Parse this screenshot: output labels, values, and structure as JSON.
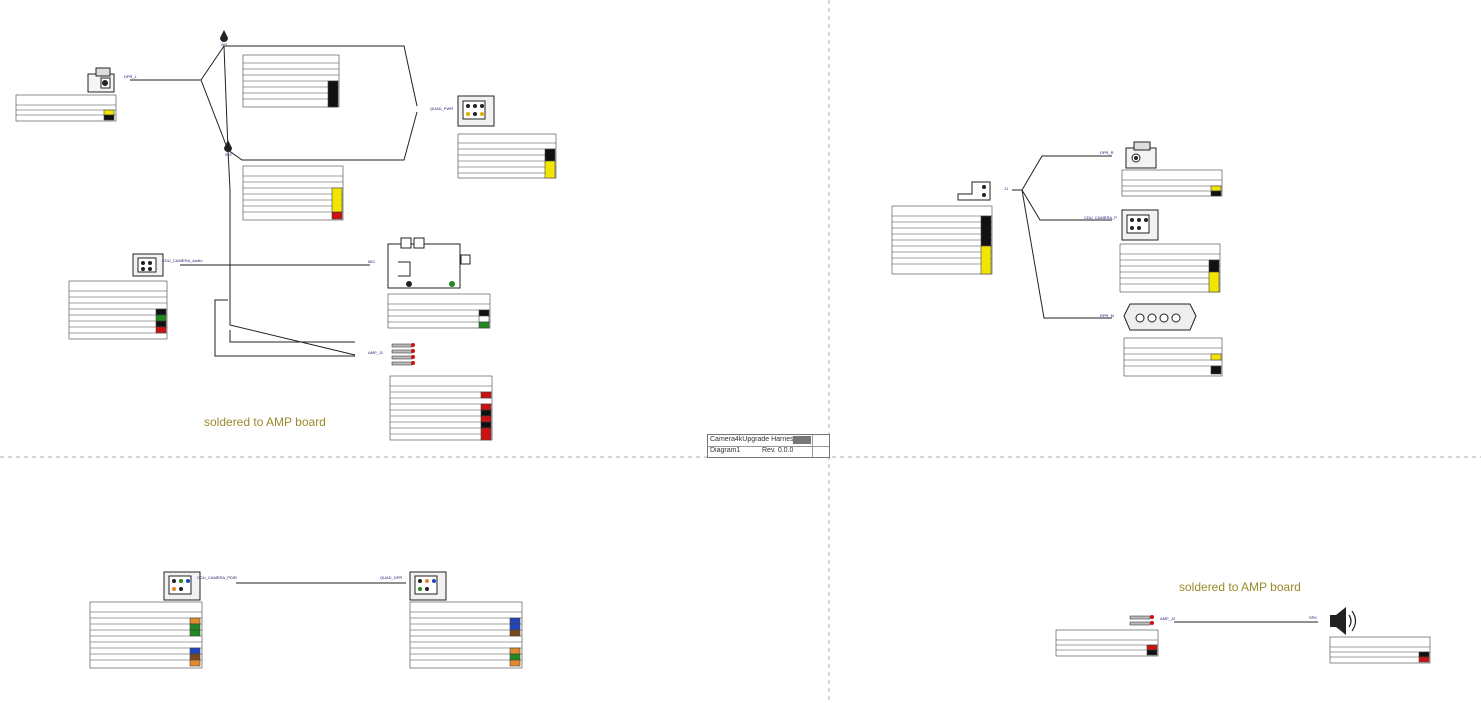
{
  "notes": {
    "soldered_left": "soldered to AMP board",
    "soldered_right": "soldered to AMP board"
  },
  "title_block": {
    "title": "Camera4kUpgrade Harness",
    "diagram": "Diagram1",
    "revision": "Rev. 0.0.0"
  },
  "colors": {
    "wire": "#222222",
    "dashed_frame": "#b0b0b0",
    "note_text": "#9a8a2a",
    "label_text": "#1a1a6e",
    "wire_black": "#111111",
    "wire_yellow": "#f2e600",
    "wire_red": "#cc1111",
    "wire_green": "#1f8a1f",
    "wire_white": "#ffffff",
    "wire_blue": "#2244bb",
    "wire_orange": "#e08a2a",
    "wire_brown": "#7a4a1a"
  },
  "connectors": {
    "dpr_l": "DPR_L",
    "dpr_r": "DPR_R",
    "quad_pwr": "QUAD_PWR",
    "cdu_camera_audio": "CDU_CAMERA_Audio",
    "mic": "MIC",
    "amp_j1": "AMP_J1",
    "cdu_camera_p": "CDU_CAMERA_P",
    "rpr_m": "RPR_M",
    "cdu_camera_pdr": "CDU_CAMERA_PDIR",
    "quad_dpr": "QUAD_DPR",
    "amp_j2": "AMP_J2",
    "spk": "SPK",
    "splice_1": "SP1",
    "splice_2": "SP2",
    "j1": "J1"
  },
  "icons": {
    "splice": "splice-drop-icon",
    "connector": "connector-housing-icon",
    "speaker": "speaker-icon",
    "microphone": "microphone-icon"
  }
}
